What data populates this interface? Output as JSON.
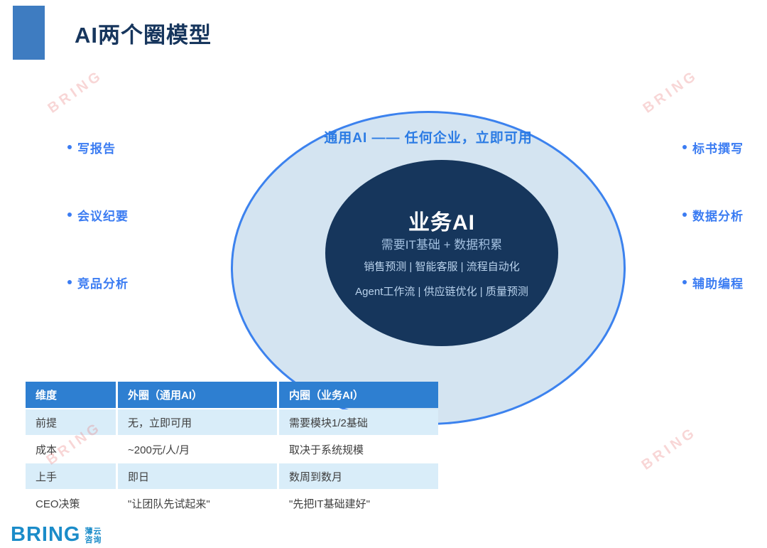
{
  "colors": {
    "title_navy": "#17365d",
    "accent_bar_blue": "#3e7cc1",
    "bullet_blue": "#3b7cf2",
    "outer_ellipse_fill": "#d4e4f1",
    "outer_ellipse_border": "#3c82ee",
    "outer_label_blue": "#2b7be4",
    "inner_ellipse_navy": "#16365c",
    "inner_subtitle_blue": "#a3c0e0",
    "inner_items_blue": "#b9d2ec",
    "table_header_bg": "#2e7fd1",
    "table_row_alt_bg": "#d9edf9",
    "logo_blue": "#1b8cc9",
    "watermark_pink": "#e87878"
  },
  "header": {
    "title": "AI两个圈模型"
  },
  "watermark": {
    "text": "BRING"
  },
  "diagram": {
    "outer_label": "通用AI —— 任何企业，立即可用",
    "inner": {
      "title": "业务AI",
      "subtitle": "需要IT基础 + 数据积累",
      "line1": "销售预测 | 智能客服 | 流程自动化",
      "line2": "Agent工作流 | 供应链优化 | 质量预测"
    },
    "left_bullets": [
      {
        "label": "写报告"
      },
      {
        "label": "会议纪要"
      },
      {
        "label": "竞品分析"
      }
    ],
    "right_bullets": [
      {
        "label": "标书撰写"
      },
      {
        "label": "数据分析"
      },
      {
        "label": "辅助编程"
      }
    ]
  },
  "table": {
    "headers": [
      "维度",
      "外圈（通用AI）",
      "内圈（业务AI）"
    ],
    "rows": [
      {
        "cells": [
          "前提",
          "无，立即可用",
          "需要模块1/2基础"
        ]
      },
      {
        "cells": [
          "成本",
          "~200元/人/月",
          "取决于系统规模"
        ]
      },
      {
        "cells": [
          "上手",
          "即日",
          "数周到数月"
        ]
      },
      {
        "cells": [
          "CEO决策",
          "\"让团队先试起来\"",
          "\"先把IT基础建好\""
        ]
      }
    ]
  },
  "footer": {
    "logo_text": "BRING",
    "logo_sub_top": "薄云",
    "logo_sub_bottom": "咨询"
  }
}
